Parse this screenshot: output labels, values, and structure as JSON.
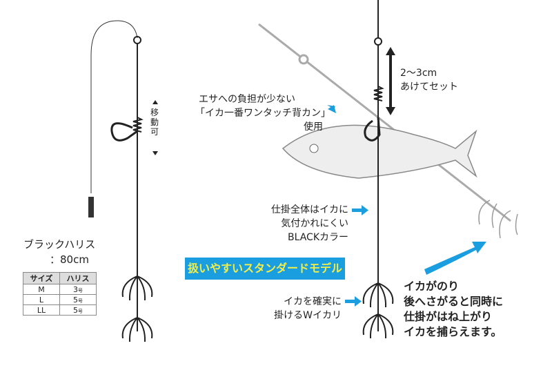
{
  "left_rig": {
    "line_label": "ブラックハリス",
    "line_length": "：80cm",
    "movable_label": "移動可",
    "table": {
      "headers": [
        "サイズ",
        "ハリス"
      ],
      "rows": [
        {
          "size": "M",
          "harisu": "3",
          "unit": "号"
        },
        {
          "size": "L",
          "harisu": "5",
          "unit": "号"
        },
        {
          "size": "LL",
          "harisu": "5",
          "unit": "号"
        }
      ]
    }
  },
  "right_rig": {
    "gap_label_1": "2〜3cm",
    "gap_label_2": "あけてセット",
    "bait_label_1": "エサへの負担が少ない",
    "bait_label_2": "「イカ一番ワンタッチ背カン」",
    "bait_label_3": "使用",
    "color_label_1": "仕掛全体はイカに",
    "color_label_2": "気付かれにくい",
    "color_label_3": "BLACKカラー",
    "hook_label_1": "イカを確実に",
    "hook_label_2": "掛けるWイカリ",
    "action_1": "イカがのり",
    "action_2": "後へさがると同時に",
    "action_3": "仕掛がはね上がり",
    "action_4": "イカを捕らえます。"
  },
  "badge": "扱いやすいスタンダードモデル",
  "colors": {
    "accent": "#1a9ee0",
    "badge_text": "#f2ee4a"
  }
}
